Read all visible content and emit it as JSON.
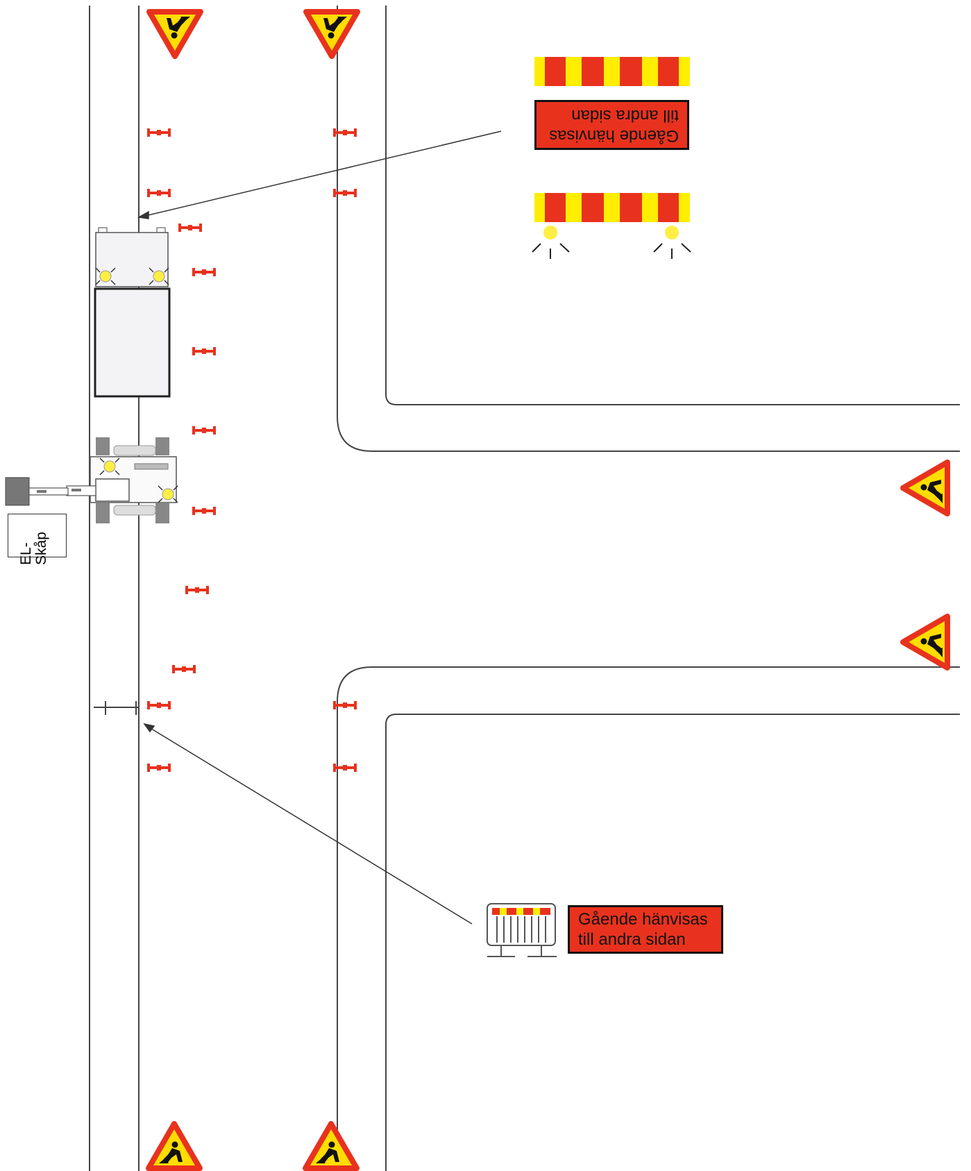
{
  "colors": {
    "line": "#444444",
    "barrier_red": "#e8321e",
    "barrier_yellow": "#ffee00",
    "warning_border": "#e8321e",
    "warning_fill": "#ffdd00",
    "sign_red": "#e8321e",
    "vehicle_fill": "#f3f3f5"
  },
  "labels": {
    "sign_text_top": "Gående hänvisas till andra sidan",
    "sign_text_bottom_line1": "Gående hänvisas",
    "sign_text_bottom_line2": "till andra sidan",
    "el_cabinet_line1": "EL-",
    "el_cabinet_line2": "Skåp"
  },
  "icons": {
    "warning_sign": "road-works-warning-icon",
    "cone": "traffic-cone-marker-icon",
    "beacon": "flashing-beacon-icon",
    "barrier": "striped-barrier-icon",
    "fence": "pedestrian-fence-icon"
  }
}
